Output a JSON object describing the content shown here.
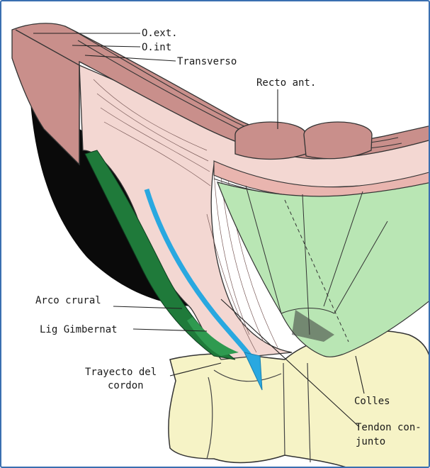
{
  "labels": {
    "o_ext": "O.ext.",
    "o_int": "O.int",
    "transverso": "Transverso",
    "recto_ant": "Recto ant.",
    "arco_crural": "Arco crural",
    "lig_gimbernat": "Lig Gimbernat",
    "trayecto_line1": "Trayecto del",
    "trayecto_line2": "cordon",
    "colles": "Colles",
    "tendon_line1": "Tendon con-",
    "tendon_line2": "junto"
  },
  "colors": {
    "frame": "#3a6fb0",
    "muscle_dark": "#b97f7c",
    "muscle_light": "#ecc9c4",
    "fascia_pink": "#f3d7d2",
    "green_region": "#b9e6b4",
    "green_dark": "#1f7a3a",
    "blue_arrow": "#29a8e0",
    "bone": "#f6f3c6",
    "shadow": "#0a0a0a"
  }
}
